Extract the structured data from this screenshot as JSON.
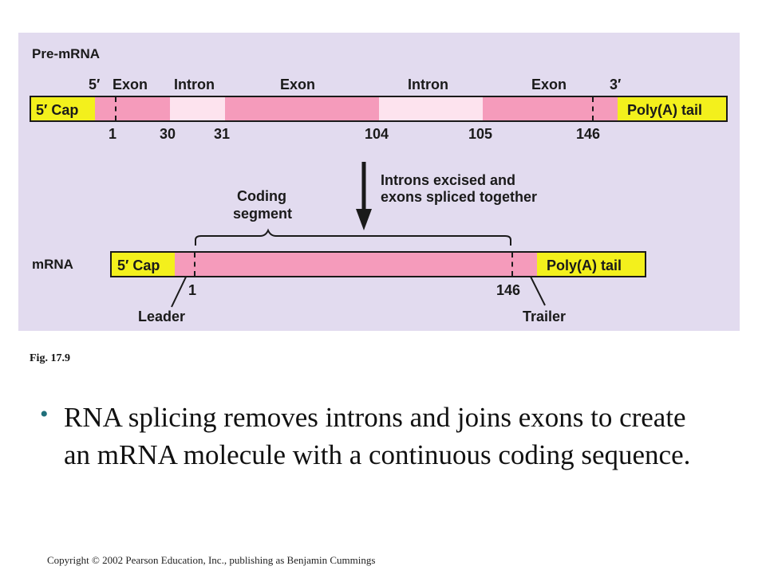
{
  "diagram": {
    "premrna": {
      "title": "Pre-mRNA",
      "five_prime": "5′",
      "three_prime": "3′",
      "cap": "5′ Cap",
      "tail": "Poly(A) tail",
      "regions": [
        "Exon",
        "Intron",
        "Exon",
        "Intron",
        "Exon"
      ],
      "positions": [
        "1",
        "30",
        "31",
        "104",
        "105",
        "146"
      ]
    },
    "arrow_label_line1": "Introns excised and",
    "arrow_label_line2": "exons spliced together",
    "coding_label_line1": "Coding",
    "coding_label_line2": "segment",
    "mrna": {
      "title": "mRNA",
      "cap": "5′ Cap",
      "tail": "Poly(A) tail",
      "positions": [
        "1",
        "146"
      ],
      "leader": "Leader",
      "trailer": "Trailer"
    },
    "colors": {
      "panel": "#e2dbef",
      "cap_tail": "#f3f01c",
      "exon": "#f59bbb",
      "intron": "#fde3ee"
    }
  },
  "figure_caption": "Fig. 17.9",
  "bullet": "RNA splicing removes introns and joins exons to create an mRNA molecule with a continuous coding sequence.",
  "copyright": "Copyright © 2002 Pearson Education, Inc., publishing as Benjamin Cummings"
}
